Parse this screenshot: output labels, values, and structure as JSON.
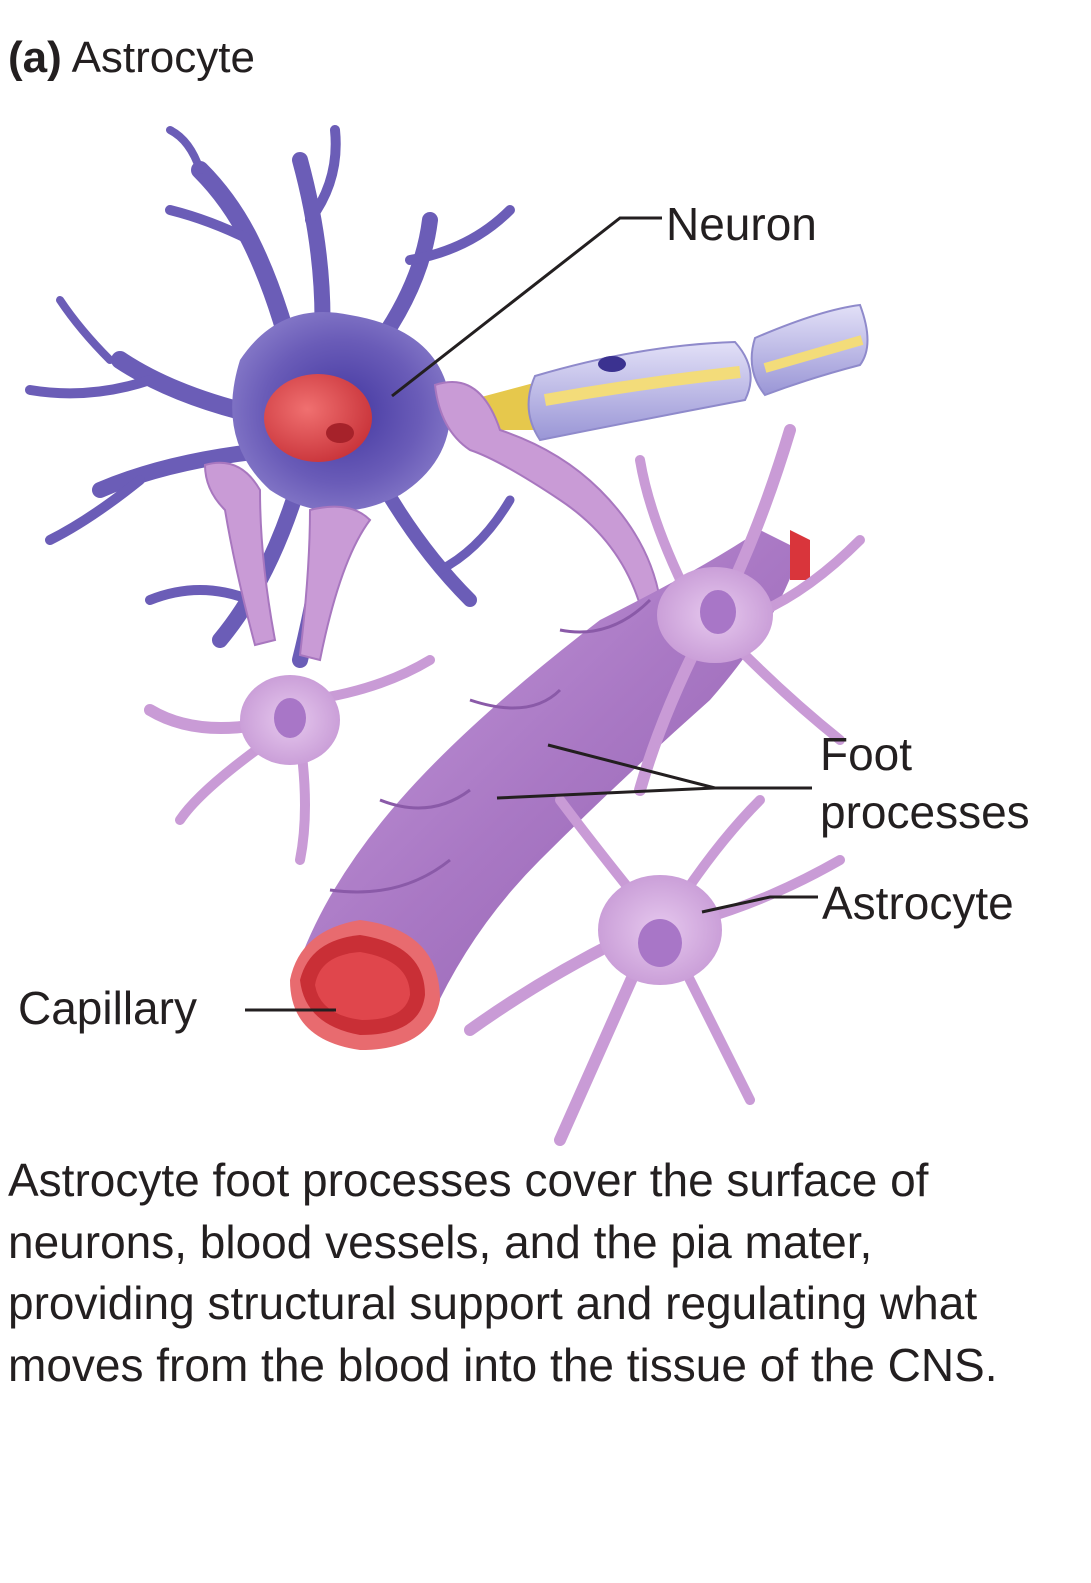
{
  "title": {
    "panel": "(a)",
    "text": "Astrocyte"
  },
  "labels": {
    "neuron": "Neuron",
    "foot_processes_line1": "Foot",
    "foot_processes_line2": "processes",
    "astrocyte": "Astrocyte",
    "capillary": "Capillary"
  },
  "caption": "Astrocyte foot processes cover the surface of neurons, blood vessels, and the pia mater, providing structural support and regulating what moves from the blood into the tissue of the CNS.",
  "colors": {
    "neuron": "#6e5fb5",
    "neuron_dark": "#4a3e9a",
    "nucleus": "#d94a4a",
    "astrocyte": "#c99bd6",
    "astrocyte_dark": "#a877bf",
    "capillary_wall": "#b889cf",
    "capillary_lumen": "#d9353b",
    "myelin": "#b9b6e6",
    "axon_core": "#f2d860",
    "leader_line": "#231f20"
  }
}
